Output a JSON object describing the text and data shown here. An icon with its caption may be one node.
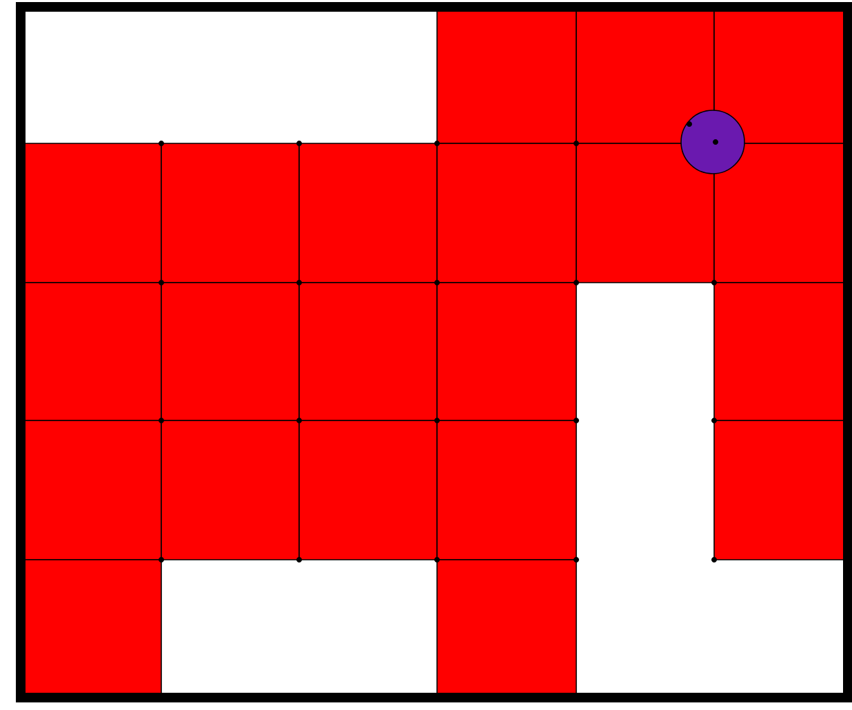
{
  "diagram": {
    "nodes": [
      {
        "text": [],
        "shape": "box"
      },
      {
        "text": [],
        "shape": "box"
      },
      {
        "text": [],
        "shape": "box"
      },
      {
        "text": [],
        "shape": "circle"
      },
      {
        "text": [],
        "shape": "box"
      },
      {
        "text": [],
        "shape": "box"
      },
      {
        "text": [],
        "shape": "box"
      },
      {
        "text": [],
        "shape": "box"
      },
      {
        "text": [],
        "shape": "box"
      },
      {
        "text": [],
        "shape": "box"
      },
      {
        "text": [],
        "shape": "box"
      },
      {
        "text": [],
        "shape": "box"
      },
      {
        "text": [],
        "shape": "box"
      },
      {
        "text": [],
        "shape": "box"
      },
      {
        "text": [],
        "shape": "box"
      },
      {
        "text": [],
        "shape": "box"
      },
      {
        "text": [],
        "shape": "box"
      },
      {
        "text": [],
        "shape": "box"
      },
      {
        "text": [],
        "shape": "box"
      },
      {
        "text": [],
        "shape": "box"
      },
      {
        "text": [],
        "shape": "box"
      },
      {
        "text": [],
        "shape": "box"
      }
    ]
  }
}
